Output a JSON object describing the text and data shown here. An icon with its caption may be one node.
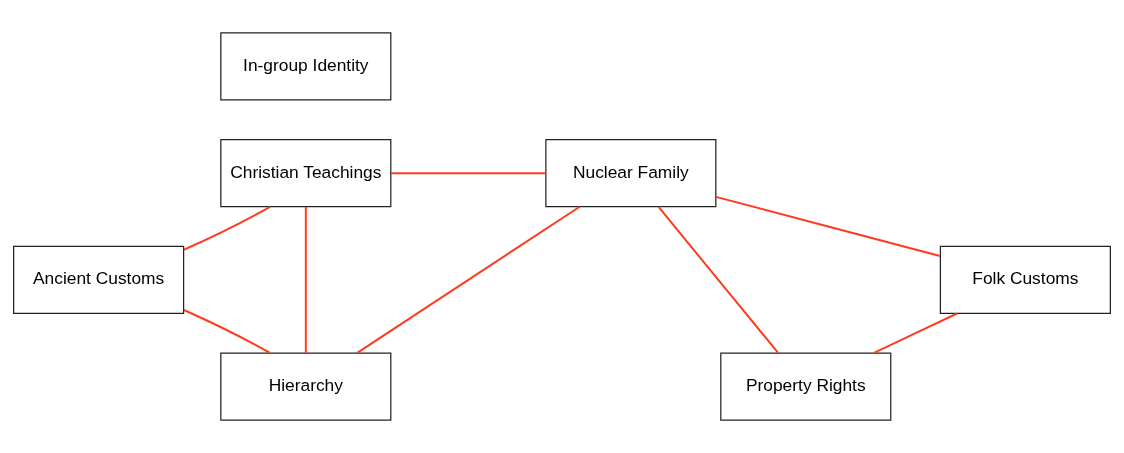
{
  "diagram": {
    "nodes": [
      {
        "text": [
          "In-group Identity"
        ]
      },
      {
        "text": [
          "Christian Teachings"
        ]
      },
      {
        "text": [
          "Nuclear Family"
        ]
      },
      {
        "text": [
          "Ancient Customs"
        ]
      },
      {
        "text": [
          "Folk Customs"
        ]
      },
      {
        "text": [
          "Hierarchy"
        ]
      },
      {
        "text": [
          "Property Rights"
        ]
      }
    ],
    "edges": [
      {
        "from": 1,
        "to": 2,
        "arrow": "none"
      },
      {
        "from": 1,
        "to": 3,
        "arrow": "none"
      },
      {
        "from": 1,
        "to": 5,
        "arrow": "none"
      },
      {
        "from": 3,
        "to": 5,
        "arrow": "none"
      },
      {
        "from": 2,
        "to": 5,
        "arrow": "none"
      },
      {
        "from": 2,
        "to": 6,
        "arrow": "none"
      },
      {
        "from": 2,
        "to": 4,
        "arrow": "none"
      },
      {
        "from": 4,
        "to": 6,
        "arrow": "none"
      }
    ]
  }
}
